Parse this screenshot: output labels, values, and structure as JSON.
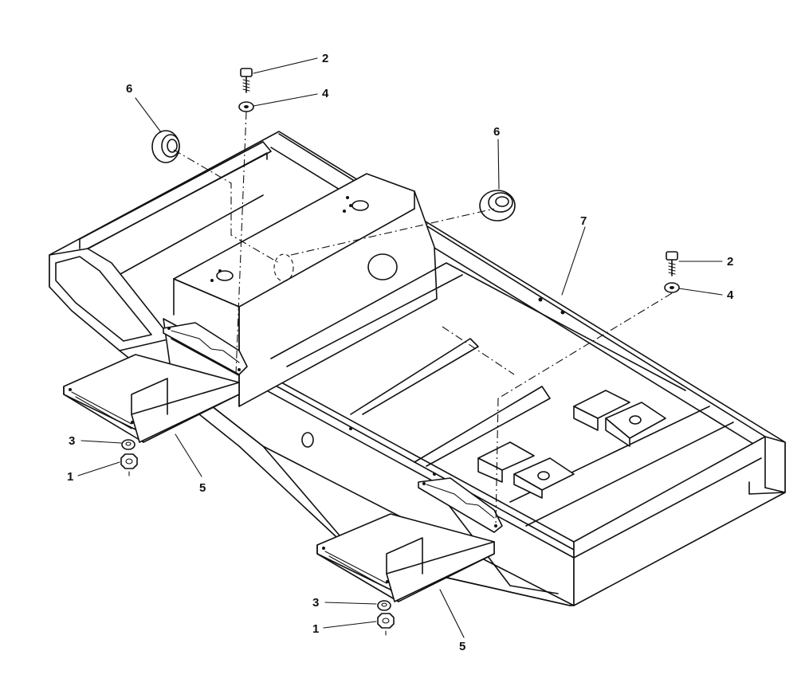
{
  "callouts": [
    {
      "id": "c1a",
      "label": "1"
    },
    {
      "id": "c1b",
      "label": "1"
    },
    {
      "id": "c2a",
      "label": "2"
    },
    {
      "id": "c2b",
      "label": "2"
    },
    {
      "id": "c3a",
      "label": "3"
    },
    {
      "id": "c3b",
      "label": "3"
    },
    {
      "id": "c4a",
      "label": "4"
    },
    {
      "id": "c4b",
      "label": "4"
    },
    {
      "id": "c5a",
      "label": "5"
    },
    {
      "id": "c5b",
      "label": "5"
    },
    {
      "id": "c6a",
      "label": "6"
    },
    {
      "id": "c6b",
      "label": "6"
    },
    {
      "id": "c7",
      "label": "7"
    }
  ]
}
